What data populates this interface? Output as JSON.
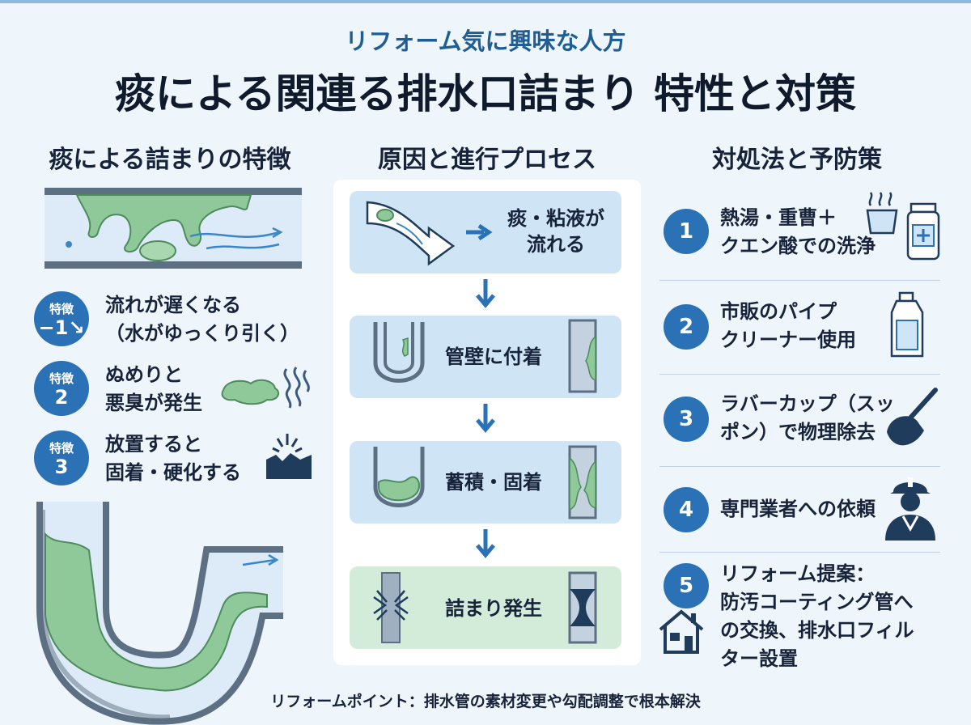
{
  "header": {
    "subtitle": "リフォーム気に興味な人方",
    "title": "痰による関連る排水口詰まり 特性と対策"
  },
  "columns": {
    "left_heading": "痰による詰まりの特徴",
    "middle_heading": "原因と進行プロセス",
    "right_heading": "対処法と予防策"
  },
  "features": [
    {
      "badge_label": "特徴",
      "badge_num": "−1↘",
      "line1": "流れが遅くなる",
      "line2": "（水がゆっくり引く）",
      "icon": "flow-none"
    },
    {
      "badge_label": "特徴",
      "badge_num": "2",
      "line1": "ぬめりと",
      "line2": "悪臭が発生",
      "icon": "slime-odor-icon"
    },
    {
      "badge_label": "特徴",
      "badge_num": "3",
      "line1": "放置すると",
      "line2": "固着・硬化する",
      "icon": "hardened-crack-icon"
    }
  ],
  "process": [
    {
      "line1": "痰・粘液が",
      "line2": "流れる",
      "icon": "flowing-pipe-icon"
    },
    {
      "line1": "管壁に付着",
      "line2": "",
      "icon": "adhesion-pipe-icon"
    },
    {
      "line1": "蓄積・固着",
      "line2": "",
      "icon": "accumulation-pipe-icon"
    },
    {
      "line1": "詰まり発生",
      "line2": "",
      "icon": "clog-pipe-icon"
    }
  ],
  "remedies": [
    {
      "num": "1",
      "lines": [
        "熱湯・重曹＋",
        "クエン酸での洗浄"
      ],
      "icon": "hot-water-bottle-icon"
    },
    {
      "num": "2",
      "lines": [
        "市販のパイプ",
        "クリーナー使用"
      ],
      "icon": "cleaner-bottle-icon"
    },
    {
      "num": "3",
      "lines": [
        "ラバーカップ（スッ",
        "ポン）で物理除去"
      ],
      "icon": "plunger-icon"
    },
    {
      "num": "4",
      "lines": [
        "専門業者への依頼"
      ],
      "icon": "worker-icon"
    },
    {
      "num": "5",
      "lines": [
        "リフォーム提案：",
        "防汚コーティング管へ",
        "の交換、排水口フィル",
        "ター設置"
      ],
      "icon": "house-icon"
    }
  ],
  "footer": "リフォームポイント：排水管の素材変更や勾配調整で根本解決",
  "colors": {
    "accent": "#2a72b5",
    "title": "#1f5d95",
    "slime": "#8fc99a",
    "pipe": "#5d6f82",
    "background": "#eef5fb"
  }
}
